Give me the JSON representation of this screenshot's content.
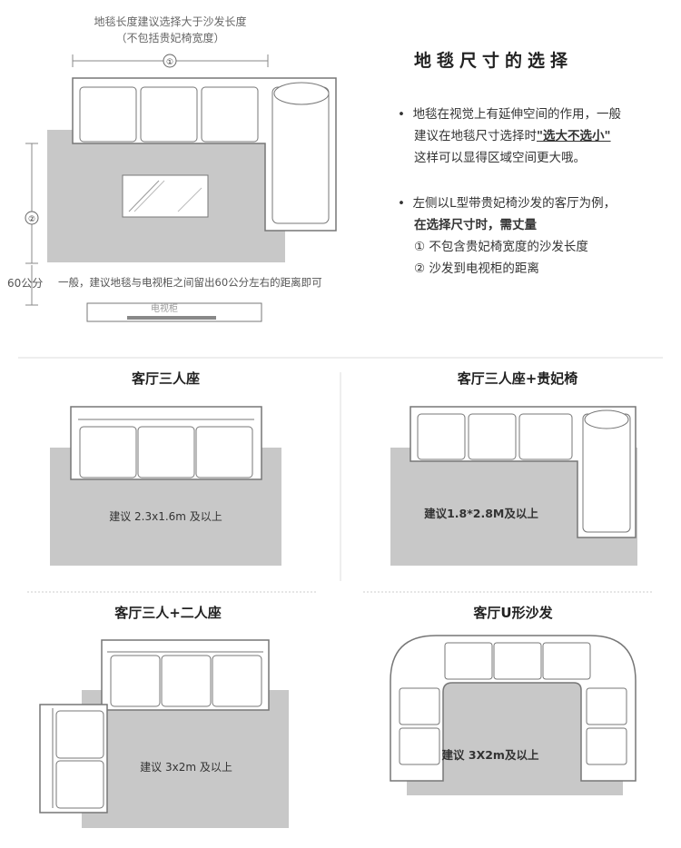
{
  "top_diagram": {
    "dim_label_line1": "地毯长度建议选择大于沙发长度",
    "dim_label_line2": "（不包括贵妃椅宽度）",
    "marker_1": "①",
    "marker_2": "②",
    "dim_60": "60公分",
    "note_60": "一般，建议地毯与电视柜之间留出60公分左右的距离即可",
    "tv_label": "电视柜"
  },
  "info_panel": {
    "title": "地毯尺寸的选择",
    "bullet_symbol": "•",
    "bullet1_line1": "地毯在视觉上有延伸空间的作用，一般",
    "bullet1_line2_prefix": "建议在地毯尺寸选择时",
    "bullet1_emphasis": "\"选大不选小\"",
    "bullet1_line3": "这样可以显得区域空间更大哦。",
    "bullet2_line1": "左侧以L型带贵妃椅沙发的客厅为例，",
    "bullet2_line2": "在选择尺寸时，需丈量",
    "bullet2_item1": "① 不包含贵妃椅宽度的沙发长度",
    "bullet2_item2": "② 沙发到电视柜的距离"
  },
  "examples": [
    {
      "title": "客厅三人座",
      "rug_label": "建议 2.3x1.6m 及以上"
    },
    {
      "title": "客厅三人座+贵妃椅",
      "rug_label": "建议1.8*2.8M及以上"
    },
    {
      "title": "客厅三人+二人座",
      "rug_label": "建议 3x2m 及以上"
    },
    {
      "title": "客厅U形沙发",
      "rug_label": "建议 3X2m及以上"
    }
  ],
  "colors": {
    "rug": "#c8c8c8",
    "sofa_fill": "#ffffff",
    "sofa_stroke": "#777777",
    "divider": "#d0d0d0",
    "glass": "#ffffff"
  }
}
